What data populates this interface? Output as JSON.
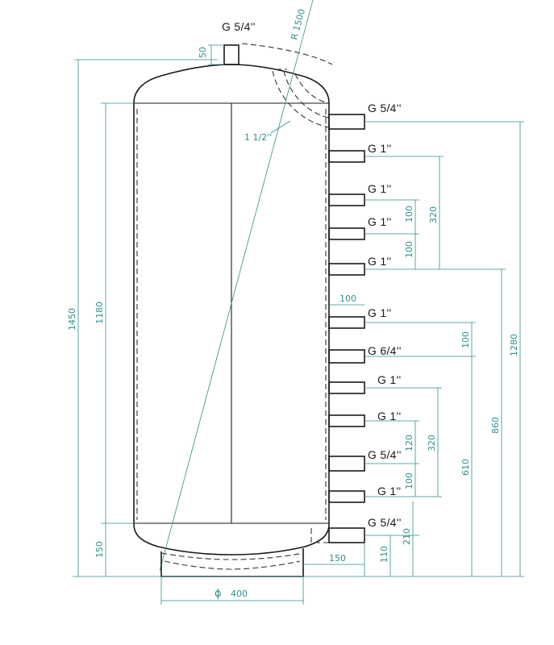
{
  "connections": {
    "top": "G 5/4''",
    "right": [
      "G 5/4''",
      "G 1''",
      "G 1''",
      "G 1''",
      "G 1''",
      "G 1''",
      "G 6/4''",
      "G 1''",
      "G 1''",
      "G 5/4''",
      "G 1''",
      "G 5/4''"
    ],
    "flange": "1 1/2''"
  },
  "dimensions": {
    "nozzle_height": "50",
    "radius": "R 1500",
    "total_height": "1450",
    "inner_height": "1180",
    "bottom_height": "150",
    "diameter_symbol": "ϕ",
    "diameter": "400",
    "nozzle_length": "100",
    "bottom_offset": "150",
    "right_dims": {
      "d100a": "100",
      "d100b": "100",
      "d320a": "320",
      "d100c": "100",
      "d120": "120",
      "d320b": "320",
      "d100d": "100",
      "d110": "110",
      "d210": "210",
      "d610": "610",
      "d860": "860",
      "d1280": "1280"
    }
  },
  "colors": {
    "outline": "#1a1a1a",
    "dimension": "#2f8f8f"
  }
}
